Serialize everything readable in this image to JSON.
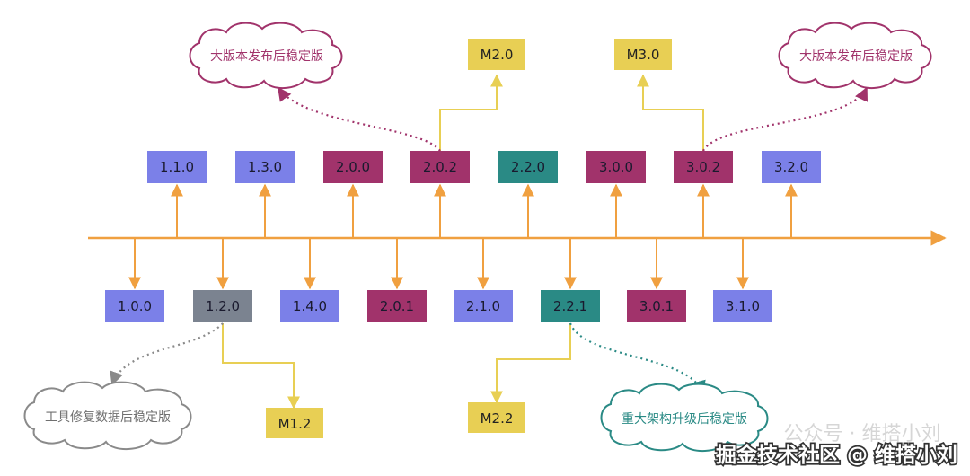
{
  "colors": {
    "timeline": "#f0a040",
    "blue": "#7b80e8",
    "gray": "#7b8390",
    "maroon": "#a1336b",
    "teal": "#2a8a85",
    "milestone": "#e8cf54",
    "milestone_line": "#e8cf54",
    "cloud_maroon": "#a1336b",
    "cloud_gray": "#8a8a8a",
    "cloud_teal": "#2a8a85"
  },
  "versions_top": [
    {
      "label": "1.1.0",
      "color": "blue"
    },
    {
      "label": "1.3.0",
      "color": "blue"
    },
    {
      "label": "2.0.0",
      "color": "maroon"
    },
    {
      "label": "2.0.2",
      "color": "maroon"
    },
    {
      "label": "2.2.0",
      "color": "teal"
    },
    {
      "label": "3.0.0",
      "color": "maroon"
    },
    {
      "label": "3.0.2",
      "color": "maroon"
    },
    {
      "label": "3.2.0",
      "color": "blue"
    }
  ],
  "versions_bottom": [
    {
      "label": "1.0.0",
      "color": "blue"
    },
    {
      "label": "1.2.0",
      "color": "gray"
    },
    {
      "label": "1.4.0",
      "color": "blue"
    },
    {
      "label": "2.0.1",
      "color": "maroon"
    },
    {
      "label": "2.1.0",
      "color": "blue"
    },
    {
      "label": "2.2.1",
      "color": "teal"
    },
    {
      "label": "3.0.1",
      "color": "maroon"
    },
    {
      "label": "3.1.0",
      "color": "blue"
    }
  ],
  "milestones": {
    "m2_0": "M2.0",
    "m3_0": "M3.0",
    "m1_2": "M1.2",
    "m2_2": "M2.2"
  },
  "clouds": {
    "left_top": "大版本发布后稳定版",
    "right_top": "大版本发布后稳定版",
    "bottom_left": "工具修复数据后稳定版",
    "bottom_right": "重大架构升级后稳定版"
  },
  "watermark": {
    "faint": "公众号 · 维搭小刘",
    "main": "掘金技术社区 @ 维搭小刘"
  }
}
